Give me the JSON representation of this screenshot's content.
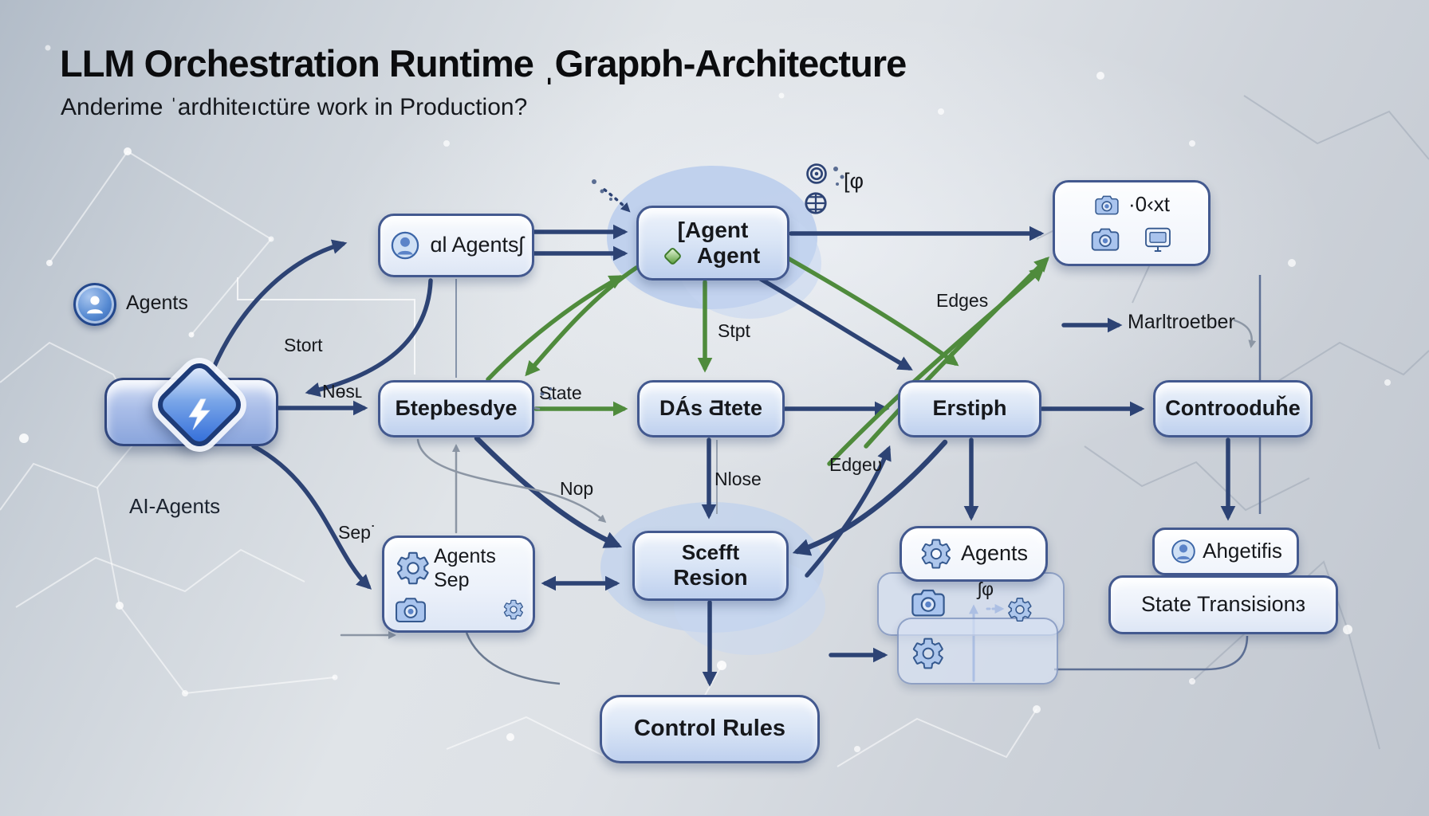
{
  "header": {
    "title": "LLM Orchestration Runtime ˌGrapɒh-Architecture",
    "subtitle": "Anderime ˈardhiteıctüre work in Production?"
  },
  "legend": {
    "agents_badge_label": "Agents",
    "start_label": "AI-Agents"
  },
  "nodes": {
    "ai_agents": {
      "label": "ɑl Agentsʃ"
    },
    "agent": {
      "line1": "[Agent",
      "line2": "Agent"
    },
    "multimodal": {
      "label": "·0‹xt"
    },
    "btepbesdye": {
      "label": "Ƃtepbesdye"
    },
    "das_btete": {
      "label": "DÁs Ƌtete"
    },
    "erstiph": {
      "label": "Erstiph"
    },
    "controoduhe": {
      "label": "Controoduȟe"
    },
    "scefft": {
      "line1": "Scefft",
      "line2": "Resion"
    },
    "agents_sep": {
      "line1": "Agents",
      "line2": "Sep"
    },
    "control_rules": {
      "label": "Control Rules"
    },
    "agents_br": {
      "label": "Agents",
      "sub": "ʃφ"
    },
    "ahgetifis": {
      "label": "Ahgetifis"
    },
    "state_transisions": {
      "label": "State Transisionɜ"
    }
  },
  "edge_labels": {
    "stort": "Stort",
    "nlosl": "Nɵsʟ",
    "sep": "Sep˙",
    "state": "State",
    "stpt": "Stpt",
    "nop": "Nop",
    "nlose": "Nlose",
    "edges_top": "Edges",
    "edges_mid": "Edgeʋ",
    "marltroetber": "Marltroetber",
    "phi": "[φ"
  },
  "icons": {
    "person": "agents-user-icon",
    "gear": "gear-icon",
    "camera": "camera-icon",
    "monitor": "monitor-icon",
    "target": "target-spiral-icon",
    "globe": "globe-icon",
    "diamond_arrow": "start-diamond-arrow-icon",
    "green_gem": "agent-gem-icon"
  },
  "colors": {
    "arrow_navy": "#2d4374",
    "arrow_green": "#4f8b3c",
    "arrow_gray": "#8c96a4",
    "node_border": "#43598f",
    "background": "#ccd3da"
  }
}
